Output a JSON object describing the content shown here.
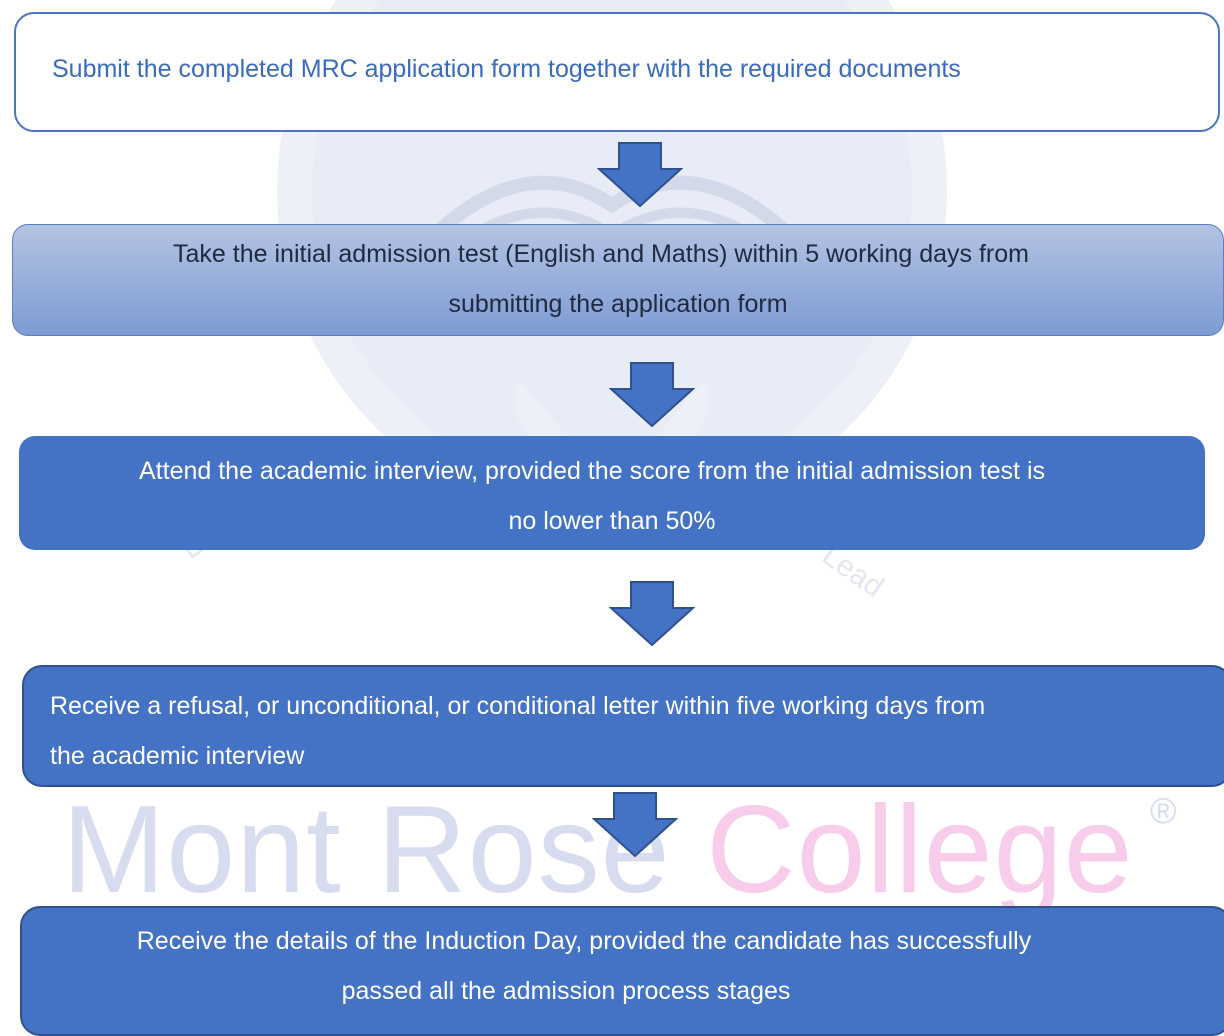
{
  "watermark": {
    "part1": "Mont Rose",
    "part2": "College",
    "registered": "®"
  },
  "steps": [
    {
      "lines": [
        "Submit the completed MRC application form together with the required documents"
      ]
    },
    {
      "lines": [
        "Take the initial admission test (English and Maths) within 5 working days from",
        "submitting the application form"
      ]
    },
    {
      "lines": [
        "Attend the academic interview, provided the score from the initial admission test is",
        "no lower than 50%"
      ]
    },
    {
      "lines": [
        "Receive a refusal, or unconditional, or conditional letter within five working days from",
        "the academic interview"
      ]
    },
    {
      "lines": [
        "Receive the details of the Induction Day, provided the candidate has successfully",
        "passed all the admission process stages"
      ]
    }
  ],
  "colors": {
    "box_fill": "#4472c4",
    "box_outline": "#2f528f",
    "arrow_fill": "#4472c4",
    "arrow_outline": "#2f528f"
  }
}
